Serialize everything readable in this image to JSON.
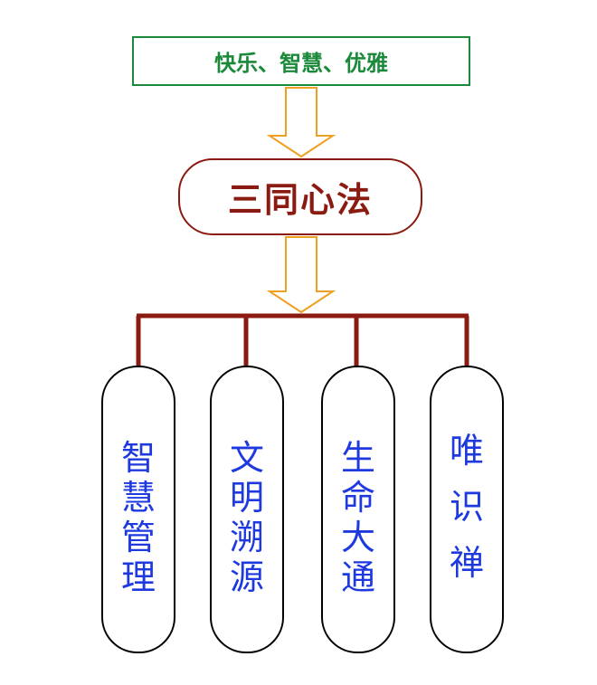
{
  "diagram": {
    "top": {
      "label": "快乐、智慧、优雅"
    },
    "middle": {
      "label": "三同心法"
    },
    "branches": [
      {
        "label": "智慧管理"
      },
      {
        "label": "文明溯源"
      },
      {
        "label": "生命大通"
      },
      {
        "label": "唯识禅"
      }
    ]
  },
  "colors": {
    "top_border": "#1a8a3a",
    "top_text": "#1a8a3a",
    "middle_border": "#8b1a10",
    "middle_text": "#8b1a10",
    "arrow": "#f0a020",
    "connector": "#8b1a10",
    "branch_text": "#1e3adf",
    "branch_border": "#000000"
  }
}
